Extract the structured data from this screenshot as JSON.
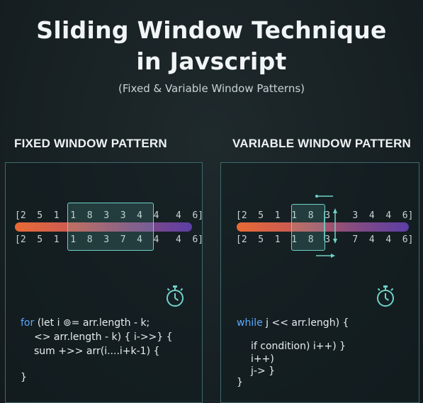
{
  "title": {
    "line1": "Sliding Window Technique",
    "line2": "in Javscript",
    "subtitle": "(Fixed & Variable Window Patterns)"
  },
  "fixed": {
    "label": "FIXED WINDOW PATTERN",
    "top_row": "[2  5  1  1  8  3  3  4  4   4  6]",
    "bottom_row": "[2  5  1  1  8  3  7  4  4   4  6]",
    "icon": "stopwatch-icon",
    "code": {
      "line1_kw": "for",
      "line1_rest": " (let i ⊚= arr.length - k;",
      "line2": "<> arr.length - k) { i->>} {",
      "line3": "sum +>> arr(i....i+k-1) {",
      "line4": "}"
    }
  },
  "variable": {
    "label": "VARIABLE WINDOW PATTERN",
    "top_row": "[2  5  1  1  8  3    3  4  4  6]",
    "bottom_row": "[2  5  1  1  8  3    7  4  4  6]",
    "icon": "stopwatch-icon",
    "code": {
      "line1_kw": "while",
      "line1_rest": " j << arr.lengh) {",
      "line2": "if condition) i++) }",
      "line3": "i++)",
      "line4": "j-> }",
      "line5": "}"
    }
  },
  "colors": {
    "accent": "#6fd2c8",
    "keyword": "#58a9ff",
    "bar_start": "#e86a35",
    "bar_end": "#5b3ea6"
  }
}
